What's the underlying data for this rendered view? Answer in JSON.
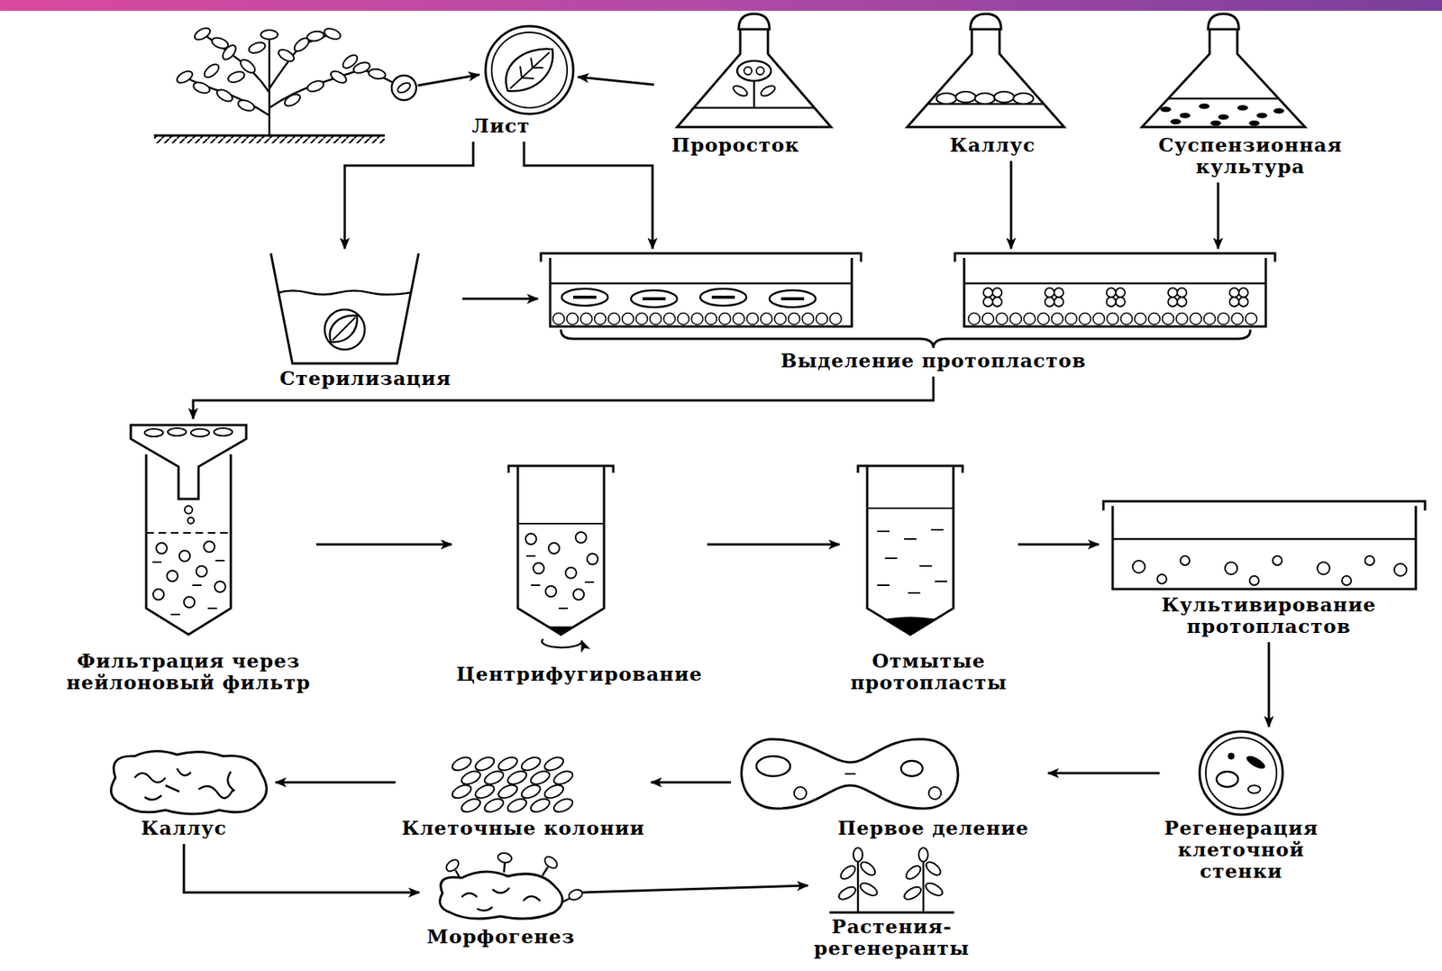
{
  "diagram": {
    "nodes": [
      {
        "text": [
          "Лист"
        ]
      },
      {
        "text": [
          "Проросток"
        ]
      },
      {
        "text": [
          "Каллус"
        ]
      },
      {
        "text": [
          "Суспензионная культура"
        ]
      },
      {
        "text": [
          "Стерилизация"
        ]
      },
      {
        "text": [
          "Выделение протопластов"
        ]
      },
      {
        "text": [
          "Фильтрация через нейлоновый фильтр"
        ]
      },
      {
        "text": [
          "Центрифугирование"
        ]
      },
      {
        "text": [
          "Отмытые протопласты"
        ]
      },
      {
        "text": [
          "Культивирование протопластов"
        ]
      },
      {
        "text": [
          "Регенерация клеточной стенки"
        ]
      },
      {
        "text": [
          "Первое деление"
        ]
      },
      {
        "text": [
          "Клеточные колонии"
        ]
      },
      {
        "text": [
          "Каллус"
        ]
      },
      {
        "text": [
          "Морфогенез"
        ]
      },
      {
        "text": [
          "Растения-регенеранты"
        ]
      }
    ],
    "edges": [
      {
        "from": 1,
        "to": 0,
        "arrow": "to"
      },
      {
        "from": 0,
        "to": 4,
        "arrow": "to"
      },
      {
        "from": 0,
        "to": 5,
        "arrow": "to"
      },
      {
        "from": 4,
        "to": 5,
        "arrow": "to"
      },
      {
        "from": 2,
        "to": 5,
        "arrow": "to"
      },
      {
        "from": 3,
        "to": 5,
        "arrow": "to"
      },
      {
        "from": 5,
        "to": 6,
        "arrow": "to"
      },
      {
        "from": 6,
        "to": 7,
        "arrow": "to"
      },
      {
        "from": 7,
        "to": 8,
        "arrow": "to"
      },
      {
        "from": 8,
        "to": 9,
        "arrow": "to"
      },
      {
        "from": 9,
        "to": 10,
        "arrow": "to"
      },
      {
        "from": 10,
        "to": 11,
        "arrow": "to"
      },
      {
        "from": 11,
        "to": 12,
        "arrow": "to"
      },
      {
        "from": 12,
        "to": 13,
        "arrow": "to"
      },
      {
        "from": 13,
        "to": 14,
        "arrow": "to"
      },
      {
        "from": 14,
        "to": 15,
        "arrow": "to"
      }
    ]
  }
}
